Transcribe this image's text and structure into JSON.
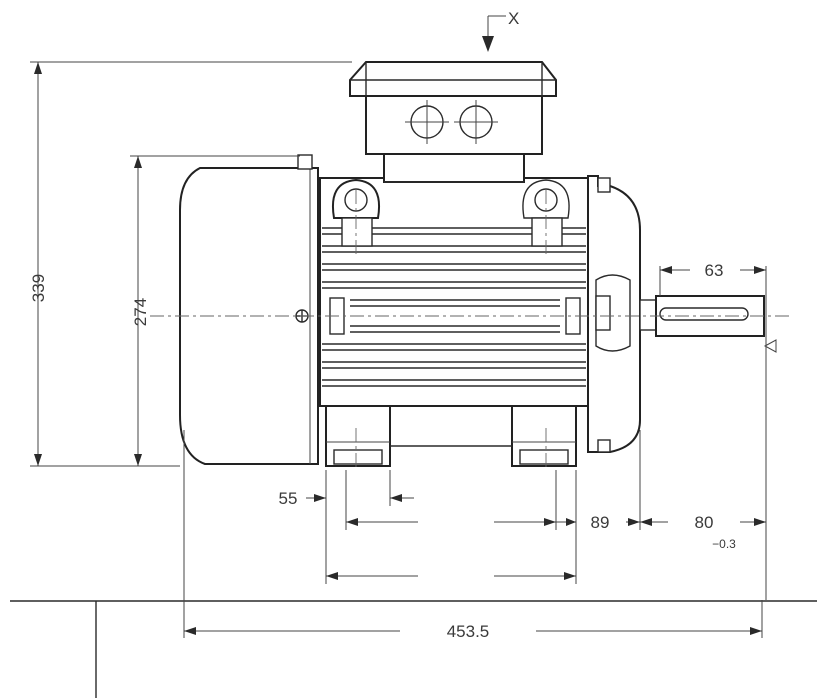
{
  "drawing": {
    "section_marker": "X",
    "dimensions": {
      "overall_height": "339",
      "shaft_center_height": "274",
      "shaft_length": "63",
      "foot_width": "55",
      "foot_spacing": "89",
      "shaft_extension": "80",
      "shaft_extension_tolerance": "−0.3",
      "overall_length": "453.5"
    }
  }
}
